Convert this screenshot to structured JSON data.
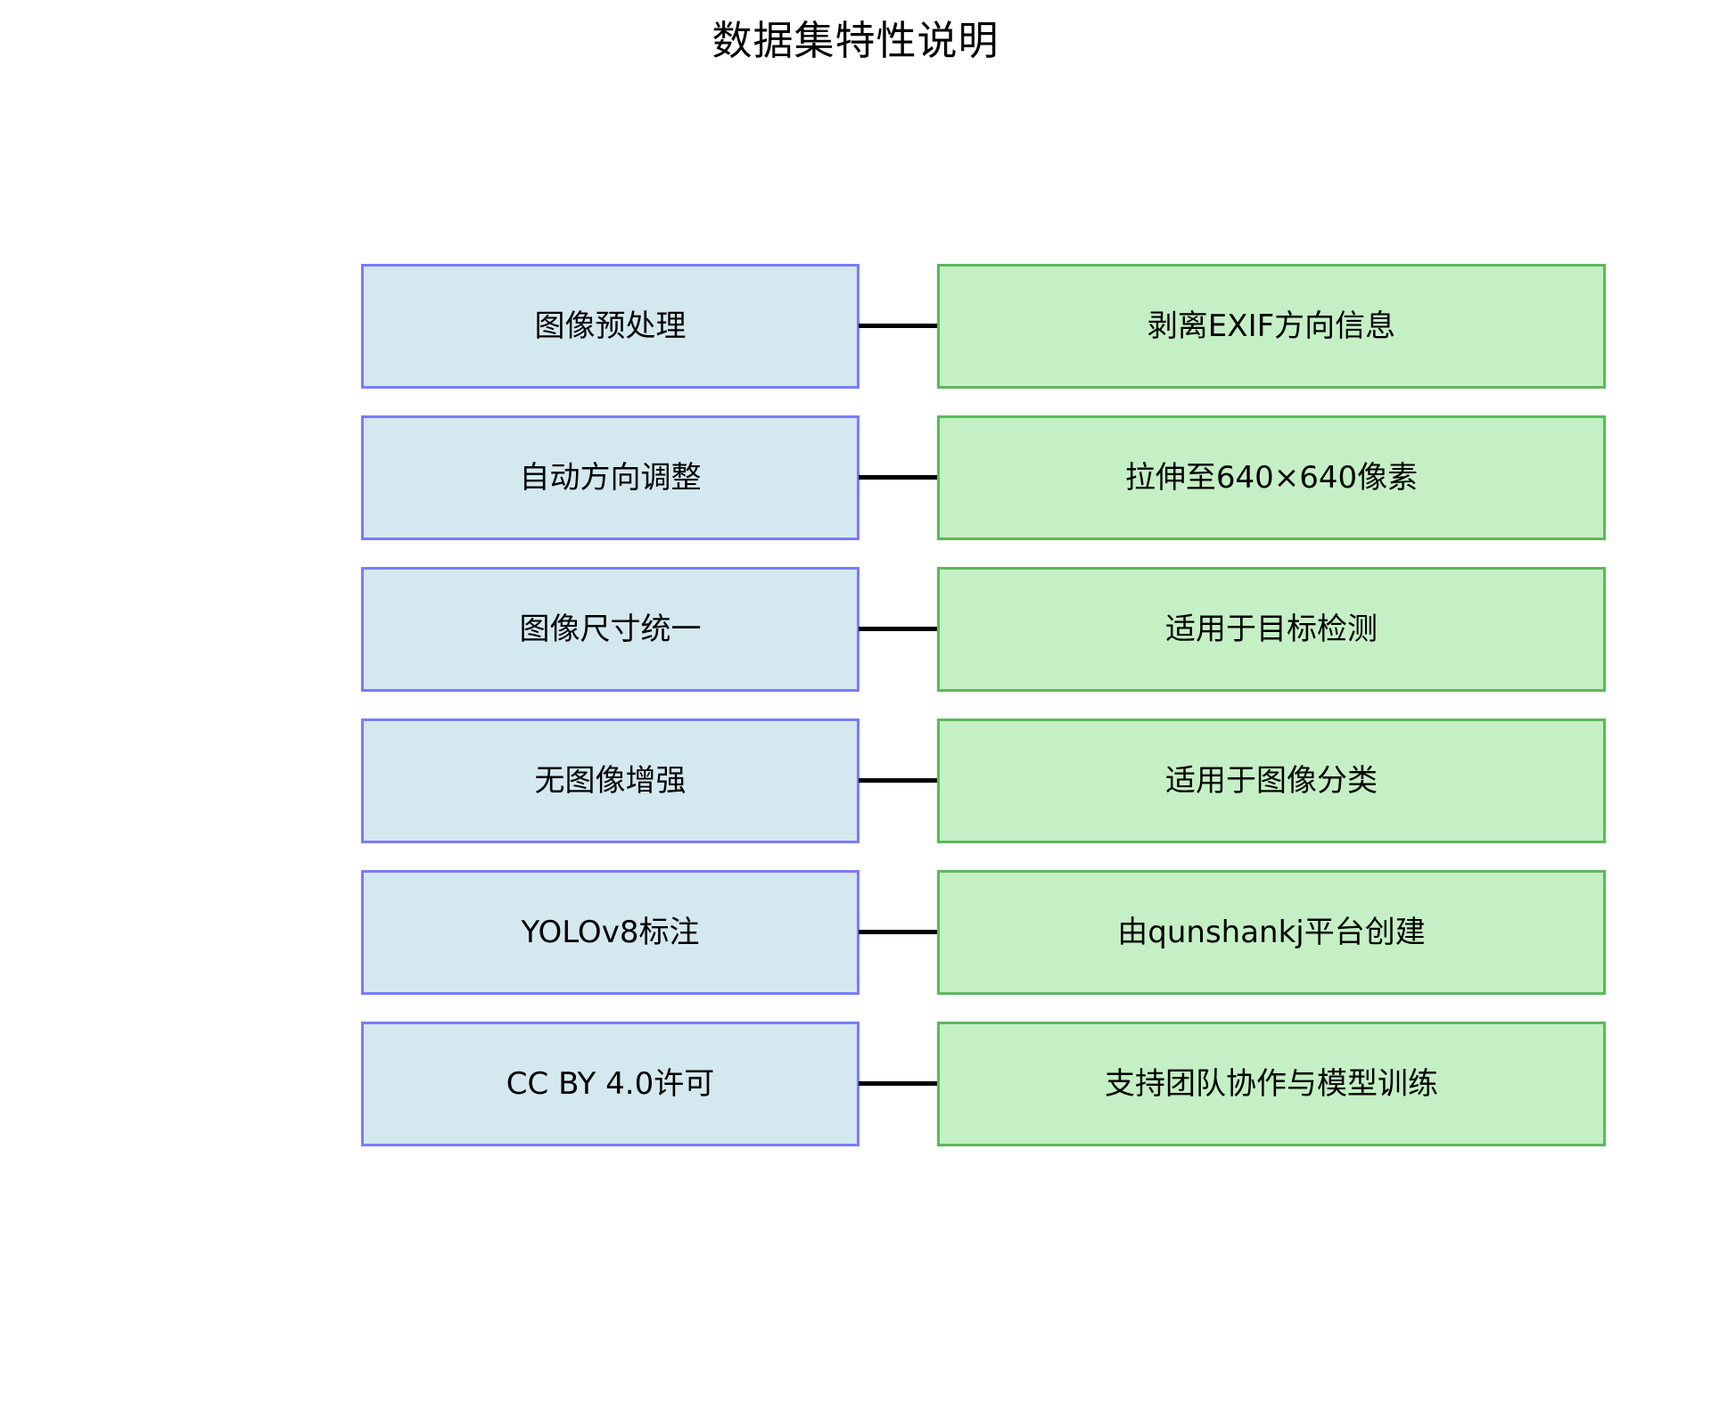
{
  "title": "数据集特性说明",
  "colors": {
    "background": "#ffffff",
    "left_fill": "#d4e8ef",
    "left_border": "#7b7bfa",
    "right_fill": "#c5f0c5",
    "right_border": "#5cb85c",
    "connector": "#000000",
    "text": "#000000"
  },
  "chart_data": {
    "type": "diagram",
    "title": "数据集特性说明",
    "layout": "two-column paired flowchart, 6 rows, left node linked to right node by horizontal connector",
    "rows": [
      {
        "left": "图像预处理",
        "right": "剥离EXIF方向信息",
        "connector": "line"
      },
      {
        "left": "自动方向调整",
        "right": "拉伸至640×640像素",
        "connector": "line"
      },
      {
        "left": "图像尺寸统一",
        "right": "适用于目标检测",
        "connector": "line"
      },
      {
        "left": "无图像增强",
        "right": "适用于图像分类",
        "connector": "line"
      },
      {
        "left": "YOLOv8标注",
        "right": "由qunshankj平台创建",
        "connector": "line"
      },
      {
        "left": "CC BY 4.0许可",
        "right": "支持团队协作与模型训练",
        "connector": "line"
      }
    ]
  },
  "rows": [
    {
      "left": "图像预处理",
      "right": "剥离EXIF方向信息"
    },
    {
      "left": "自动方向调整",
      "right": "拉伸至640×640像素"
    },
    {
      "left": "图像尺寸统一",
      "right": "适用于目标检测"
    },
    {
      "left": "无图像增强",
      "right": "适用于图像分类"
    },
    {
      "left": "YOLOv8标注",
      "right": "由qunshankj平台创建"
    },
    {
      "left": "CC BY 4.0许可",
      "right": "支持团队协作与模型训练"
    }
  ]
}
